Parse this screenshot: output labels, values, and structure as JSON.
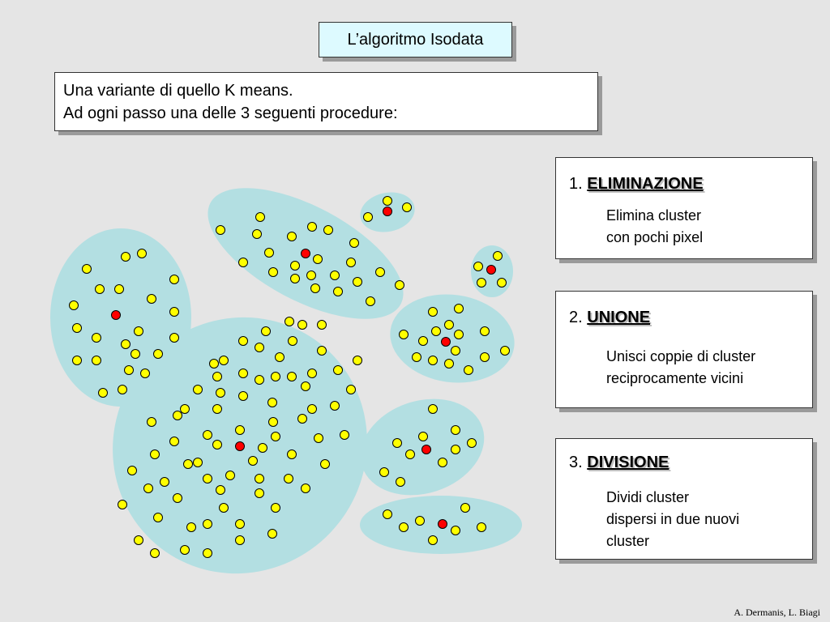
{
  "title": "L’algoritmo Isodata",
  "intro": {
    "line1": "Una variante di quello K means.",
    "line2": "Ad ogni passo una delle 3 seguenti procedure:"
  },
  "procedures": [
    {
      "number": "1.",
      "name": "ELIMINAZIONE",
      "desc_lines": [
        "Elimina cluster",
        "con pochi pixel"
      ]
    },
    {
      "number": "2.",
      "name": "UNIONE",
      "desc_lines": [
        "Unisci coppie di cluster",
        "reciprocamente vicini"
      ]
    },
    {
      "number": "3.",
      "name": "DIVISIONE",
      "desc_lines": [
        "Dividi cluster",
        "dispersi in due nuovi",
        "cluster"
      ]
    }
  ],
  "credit": "A. Dermanis, L. Biagi",
  "colors": {
    "cluster_fill": "#b3dfe2",
    "point_fill": "#ffff00",
    "center_fill": "#ff0000",
    "title_fill": "#ddfaff"
  }
}
